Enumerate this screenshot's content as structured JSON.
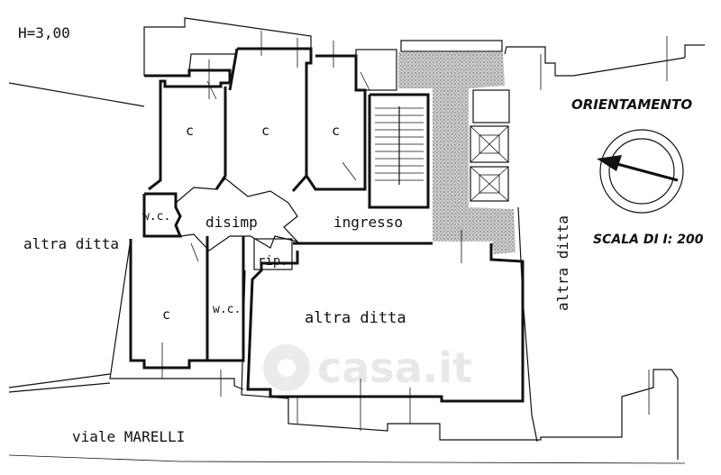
{
  "height_note": "H=3,00",
  "orientation_label": "ORIENTAMENTO",
  "scale_label": "SCALA DI I: 200",
  "rooms": {
    "c_top_left": "c",
    "c_top_mid": "c",
    "c_top_right": "c",
    "c_bottom_left": "c",
    "wc_left": "w.c.",
    "wc_bottom": "w.c.",
    "disimp": "disimp",
    "ingresso": "ingresso",
    "rip": "rip.",
    "altra_ditta_center": "altra ditta"
  },
  "neighbors": {
    "left": "altra ditta",
    "right": "altra ditta"
  },
  "street": "viale MARELLI",
  "watermark": "casa.it",
  "colors": {
    "ink": "#111111",
    "stipple": "#9a9a9a",
    "watermark": "#e6e6e6"
  }
}
